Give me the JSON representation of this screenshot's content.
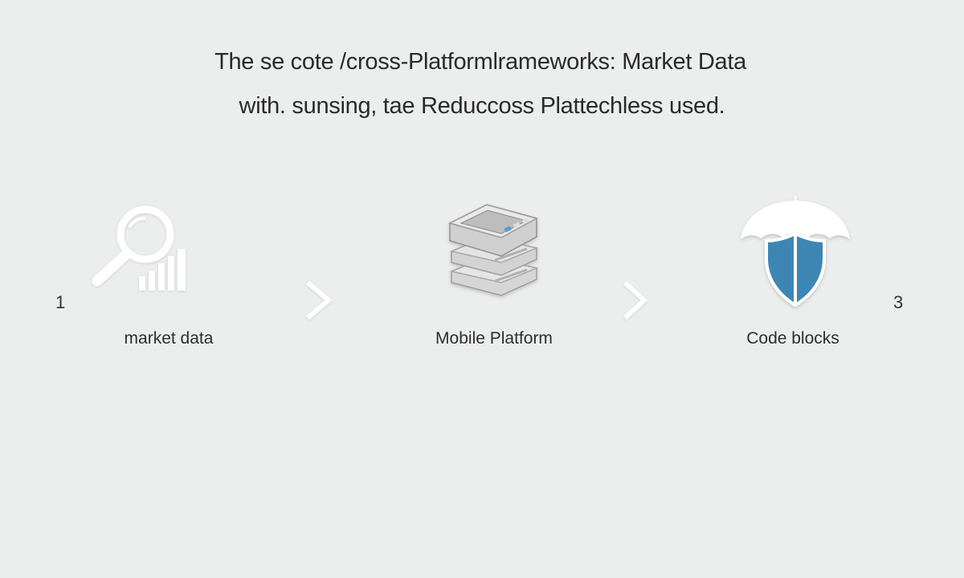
{
  "title": {
    "line1": "The se cote /cross-Platformlrameworks: Market Data",
    "line2": "with. sunsing, tae Reduccoss Plattechless used."
  },
  "flow": {
    "start_number": "1",
    "end_number": "3",
    "steps": [
      {
        "label": "market data",
        "icon": "magnifier-bar-chart-icon"
      },
      {
        "label": "Mobile Platform",
        "icon": "stacked-devices-icon"
      },
      {
        "label": "Code blocks",
        "icon": "umbrella-shield-icon"
      }
    ]
  },
  "colors": {
    "background": "#eceded",
    "line": "#ffffff",
    "icon_white": "#ffffff",
    "shield_blue": "#3d86b4",
    "device_gray": "#bfbfbf",
    "text": "#2b2b2b"
  }
}
